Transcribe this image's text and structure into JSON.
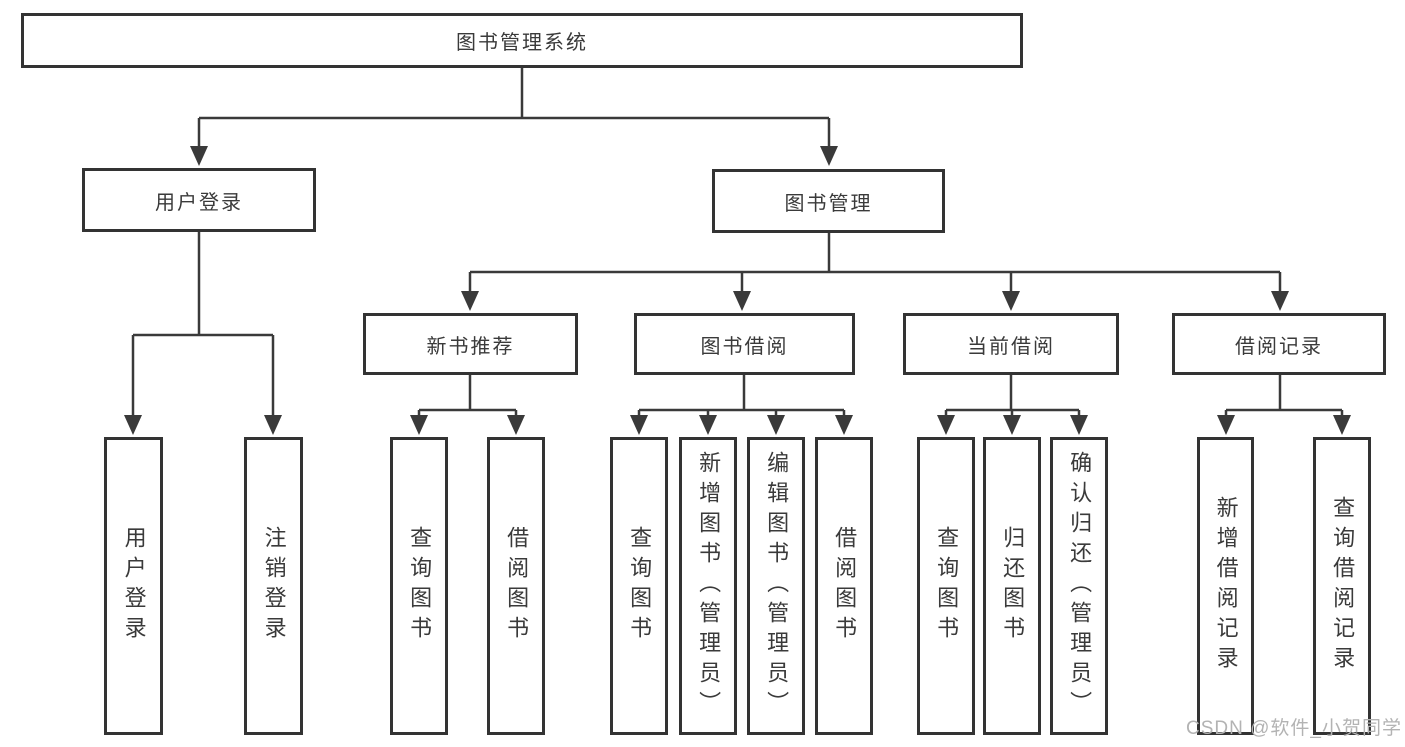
{
  "diagram": {
    "root": {
      "label": "图书管理系统"
    },
    "branches": {
      "user_login": {
        "label": "用户登录",
        "children": {
          "login": {
            "label": "用户登录"
          },
          "logout": {
            "label": "注销登录"
          }
        }
      },
      "book_mgmt": {
        "label": "图书管理",
        "children": {
          "new_book": {
            "label": "新书推荐",
            "children": {
              "query": {
                "label": "查询图书"
              },
              "borrow": {
                "label": "借阅图书"
              }
            }
          },
          "borrow": {
            "label": "图书借阅",
            "children": {
              "query": {
                "label": "查询图书"
              },
              "add": {
                "label": "新增图书（管理员）"
              },
              "edit": {
                "label": "编辑图书（管理员）"
              },
              "borrow": {
                "label": "借阅图书"
              }
            }
          },
          "current": {
            "label": "当前借阅",
            "children": {
              "query": {
                "label": "查询图书"
              },
              "return": {
                "label": "归还图书"
              },
              "confirm": {
                "label": "确认归还（管理员）"
              }
            }
          },
          "records": {
            "label": "借阅记录",
            "children": {
              "add": {
                "label": "新增借阅记录"
              },
              "query": {
                "label": "查询借阅记录"
              }
            }
          }
        }
      }
    },
    "watermark": "CSDN @软件_小贺同学",
    "colors": {
      "line": "#3a3a3a",
      "box_border": "#333333",
      "text": "#3a3a3a",
      "background": "#ffffff",
      "watermark": "#b3b3b3"
    }
  }
}
